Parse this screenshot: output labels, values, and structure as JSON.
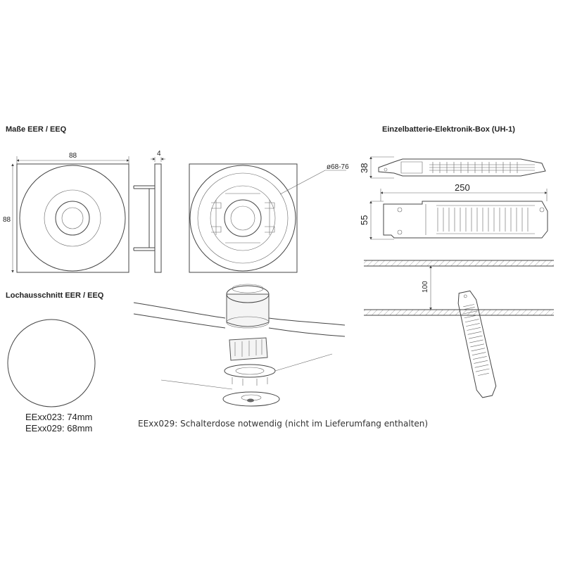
{
  "headings": {
    "dimensions": "Maße EER / EEQ",
    "cutout": "Lochausschnitt EER / EEQ",
    "battery_box": "Einzelbatterie-Elektronik-Box (UH-1)"
  },
  "dimensions": {
    "width": "88",
    "height": "88",
    "depth": "4",
    "mount_diameter": "ø68-76",
    "box_height": "38",
    "box_length": "250",
    "box_width": "55",
    "ceiling_offset": "100"
  },
  "cutout_sizes": [
    "EExx023: 74mm",
    "EExx029: 68mm"
  ],
  "note": "EExx029: Schalterdose notwendig (nicht im Lieferumfang enthalten)"
}
